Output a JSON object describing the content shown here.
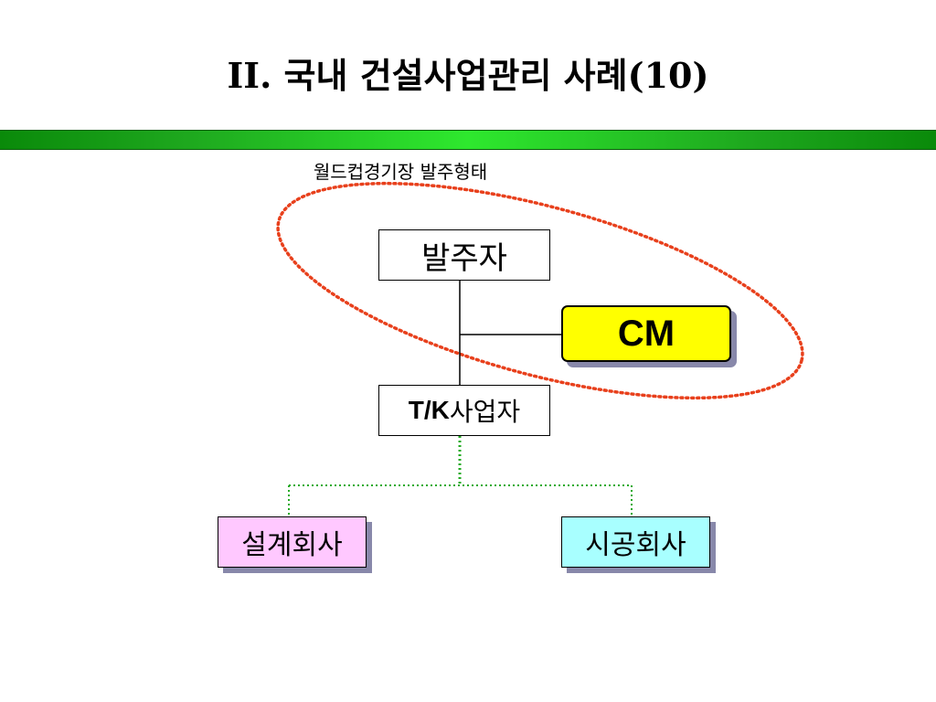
{
  "slide": {
    "title": "II. 국내 건설사업관리 사례(10)"
  },
  "diagram": {
    "caption": "월드컵경기장 발주형태",
    "owner": "발주자",
    "cm": "CM",
    "tk_prefix": "T/K",
    "tk_suffix": "사업자",
    "design_firm": "설계회사",
    "construction_firm": "시공회사"
  },
  "colors": {
    "title_bar": "#22cc22",
    "cm_fill": "#ffff00",
    "design_fill": "#ffc8ff",
    "construction_fill": "#a8ffff",
    "ellipse_stroke": "#e8401c",
    "dotted_connector": "#22aa22"
  }
}
